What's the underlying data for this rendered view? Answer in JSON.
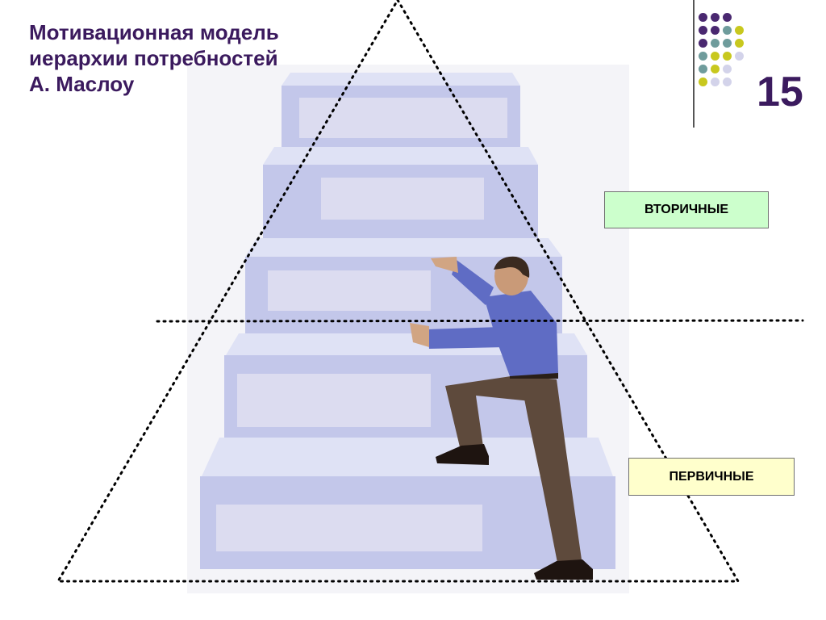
{
  "slide": {
    "title_lines": [
      "Мотивационная модель",
      "иерархии потребностей",
      "А. Маслоу"
    ],
    "number": "15"
  },
  "labels": {
    "secondary": "ВТОРИЧНЫЕ",
    "primary": "ПЕРВИЧНЫЕ"
  },
  "colors": {
    "title": "#3b1a5e",
    "stair_face": "#c3c7ea",
    "stair_top": "#dfe2f5",
    "stair_panel": "#dcdcf0",
    "secondary_box": "#ccffcc",
    "primary_box": "#ffffcc",
    "dot_purple": "#4a2870",
    "dot_teal": "#6f9c9c",
    "dot_yellow": "#c8c81e",
    "dot_lavender": "#d3d3ea"
  },
  "icons": [
    "climbing-man-image",
    "decorative-dot-grid"
  ]
}
